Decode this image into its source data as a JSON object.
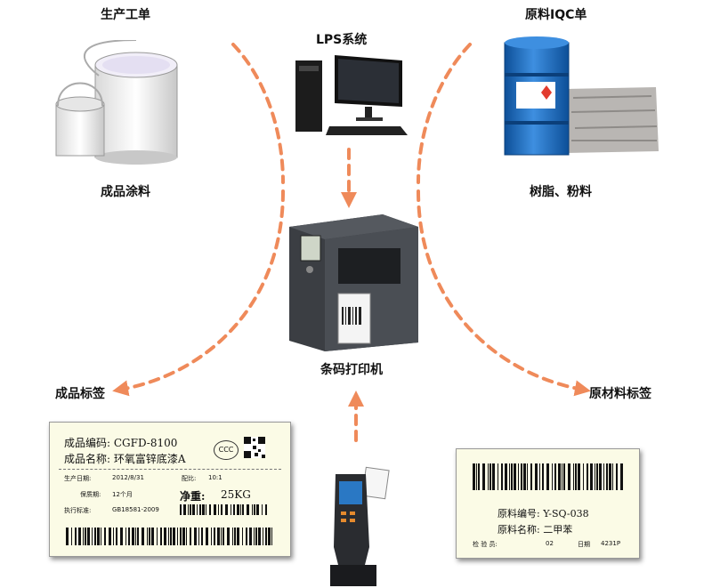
{
  "captions": {
    "work_order": "生产工单",
    "lps_system": "LPS系统",
    "iqc_order": "原料IQC单",
    "finished_coating": "成品涂料",
    "resin_powder": "树脂、粉料",
    "barcode_printer": "条码打印机",
    "finished_label": "成品标签",
    "raw_material_label": "原材料标签"
  },
  "finished_product_label": {
    "code_line": "成品编码: CGFD-8100",
    "name_line": "成品名称: 环氧富锌底漆A",
    "cert_mark": "CCC",
    "production_date_label": "生产日期:",
    "production_date_value": "2012/8/31",
    "batch_label": "配比:",
    "batch_value": "10:1",
    "shelf_life_label": "保质期:",
    "shelf_life_value": "12个月",
    "net_weight_label": "净重:",
    "net_weight_value": "25KG",
    "standard_label": "执行标准:",
    "standard_value": "GB18581-2009"
  },
  "raw_material_label": {
    "code_line": "原料编号: Y-SQ-038",
    "name_line": "原料名称: 二甲苯",
    "inspector_label": "检 验 员:",
    "inspector_value": "02",
    "date_label": "日期",
    "date_value": "4231P"
  },
  "colors": {
    "arrow": "#ef8a5a",
    "label_bg": "#fbfbe6",
    "drum_blue": "#1f6fc0"
  }
}
